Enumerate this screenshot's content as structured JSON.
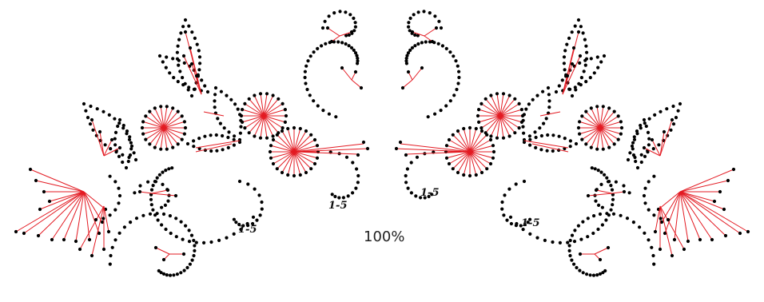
{
  "colors": {
    "hole": "#000000",
    "thread": "#e31b23",
    "background": "#ffffff"
  },
  "labels": {
    "left_small": "1-5",
    "left_center": "1-5",
    "right_center": "1-5",
    "right_small": "1-5",
    "scale": "100%"
  }
}
